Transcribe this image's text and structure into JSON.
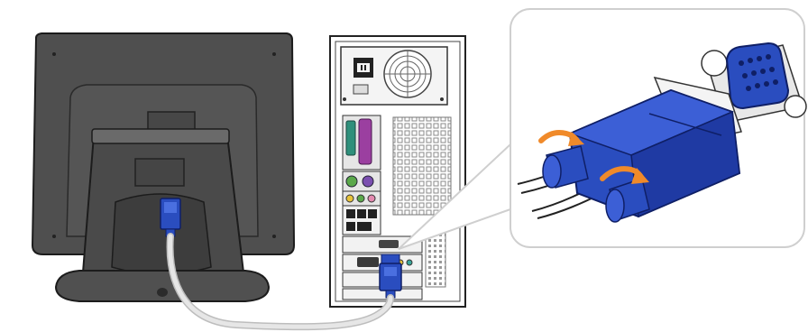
{
  "figure": {
    "panels": [
      {
        "id": "monitor",
        "kind": "monitor-rear"
      },
      {
        "id": "computer",
        "kind": "computer-rear"
      },
      {
        "id": "callout",
        "kind": "connector-closeup"
      }
    ],
    "colors": {
      "monitor_body": "#4a4a4a",
      "monitor_outline": "#1c1c1c",
      "chassis": "#ffffff",
      "chassis_outline": "#222222",
      "connector_blue": "#2a4dbf",
      "connector_dark": "#1b2f86",
      "cable": "#d7d7d7",
      "arrow": "#f08a2a",
      "callout_border": "#cfcfcf",
      "port_purple": "#9b3fa0",
      "port_teal": "#3aa79b",
      "port_green": "#5aa84a"
    },
    "icons": [
      "power-socket-icon",
      "fan-grille-icon",
      "vga-port-icon",
      "turn-arrow-icon"
    ]
  }
}
